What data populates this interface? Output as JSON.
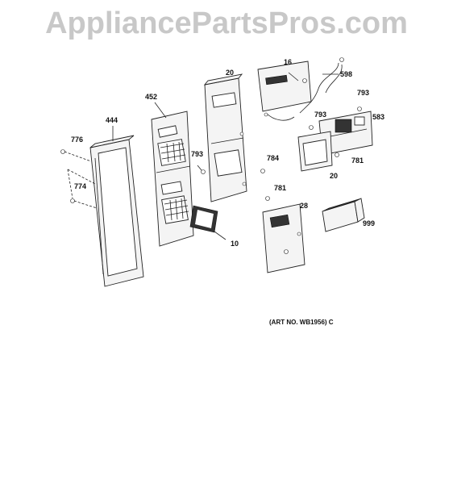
{
  "watermark": "AppliancePartsPros.com",
  "art_number": "(ART NO. WB1956) C",
  "callouts": {
    "c16": "16",
    "c20_top": "20",
    "c598": "598",
    "c793_top": "793",
    "c583": "583",
    "c793_mid": "793",
    "c781_right": "781",
    "c20_right": "20",
    "c452": "452",
    "c444": "444",
    "c776": "776",
    "c793_left": "793",
    "c774": "774",
    "c784": "784",
    "c781_mid": "781",
    "c28": "28",
    "c999": "999",
    "c10": "10"
  }
}
